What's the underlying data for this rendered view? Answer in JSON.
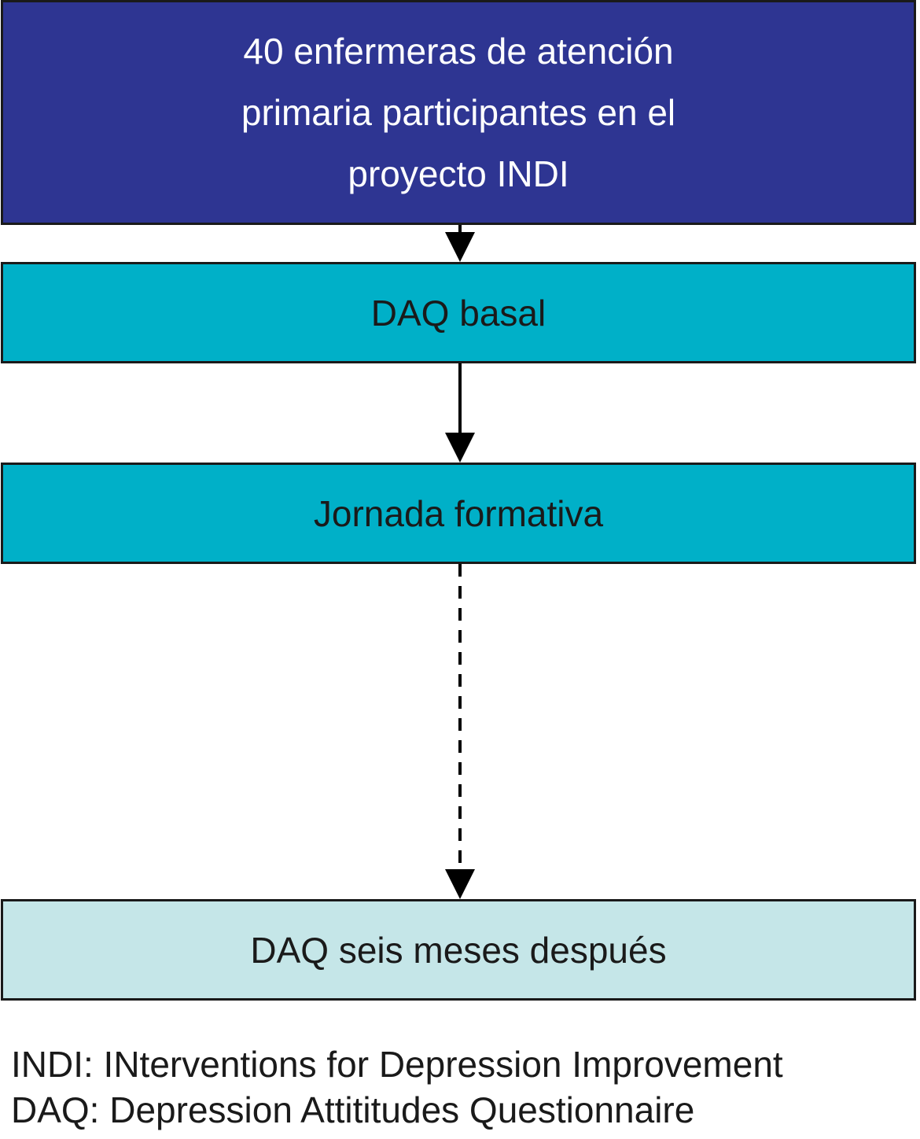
{
  "nodes": {
    "start": "40 enfermeras de atención primaria participantes en el proyecto INDI",
    "basal": "DAQ basal",
    "training": "Jornada formativa",
    "followup": "DAQ seis meses después"
  },
  "legend": {
    "indi": "INDI: INterventions for Depression Improvement",
    "daq": "DAQ: Depression Attititudes Questionnaire"
  },
  "colors": {
    "start_fill": "#2e3592",
    "step_fill": "#00b0c8",
    "followup_fill": "#c5e6e8"
  }
}
